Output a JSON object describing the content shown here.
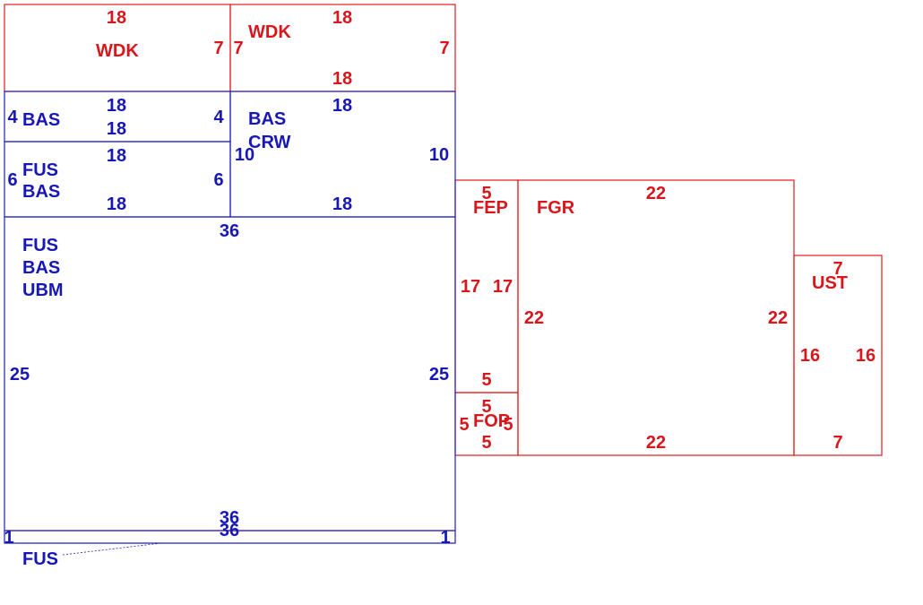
{
  "colors": {
    "red": "#e31a1c",
    "blue": "#1f1fbf"
  },
  "areas": {
    "wdk_left": {
      "label": "WDK",
      "top": "18",
      "right": "7"
    },
    "wdk_right": {
      "label": "WDK",
      "left": "7",
      "top": "18",
      "right": "7",
      "bottom": "18"
    },
    "bas_top": {
      "label": "BAS",
      "left": "4",
      "top": "18",
      "bottom": "18",
      "right": "4"
    },
    "fus_bas": {
      "line1": "FUS",
      "line2": "BAS",
      "left": "6",
      "top": "18",
      "right": "6",
      "bottom": "18"
    },
    "bas_crw": {
      "line1": "BAS",
      "line2": "CRW",
      "top": "18",
      "left": "10",
      "right": "10",
      "bottom": "18"
    },
    "fus_bas_ubm": {
      "line1": "FUS",
      "line2": "BAS",
      "line3": "UBM",
      "top": "36",
      "left": "25",
      "right": "25",
      "bottom": "36"
    },
    "fus_strip": {
      "label": "FUS",
      "top": "36",
      "left": "1",
      "right": "1"
    },
    "fep": {
      "label": "FEP",
      "top": "5",
      "left": "17",
      "right": "17",
      "bottom": "5"
    },
    "fop": {
      "label": "FOP",
      "top": "5",
      "left": "5",
      "right": "5",
      "bottom": "5"
    },
    "fgr": {
      "label": "FGR",
      "top": "22",
      "left": "22",
      "right": "22",
      "bottom": "22"
    },
    "ust": {
      "label": "UST",
      "top": "7",
      "left": "16",
      "right": "16",
      "bottom": "7"
    }
  }
}
